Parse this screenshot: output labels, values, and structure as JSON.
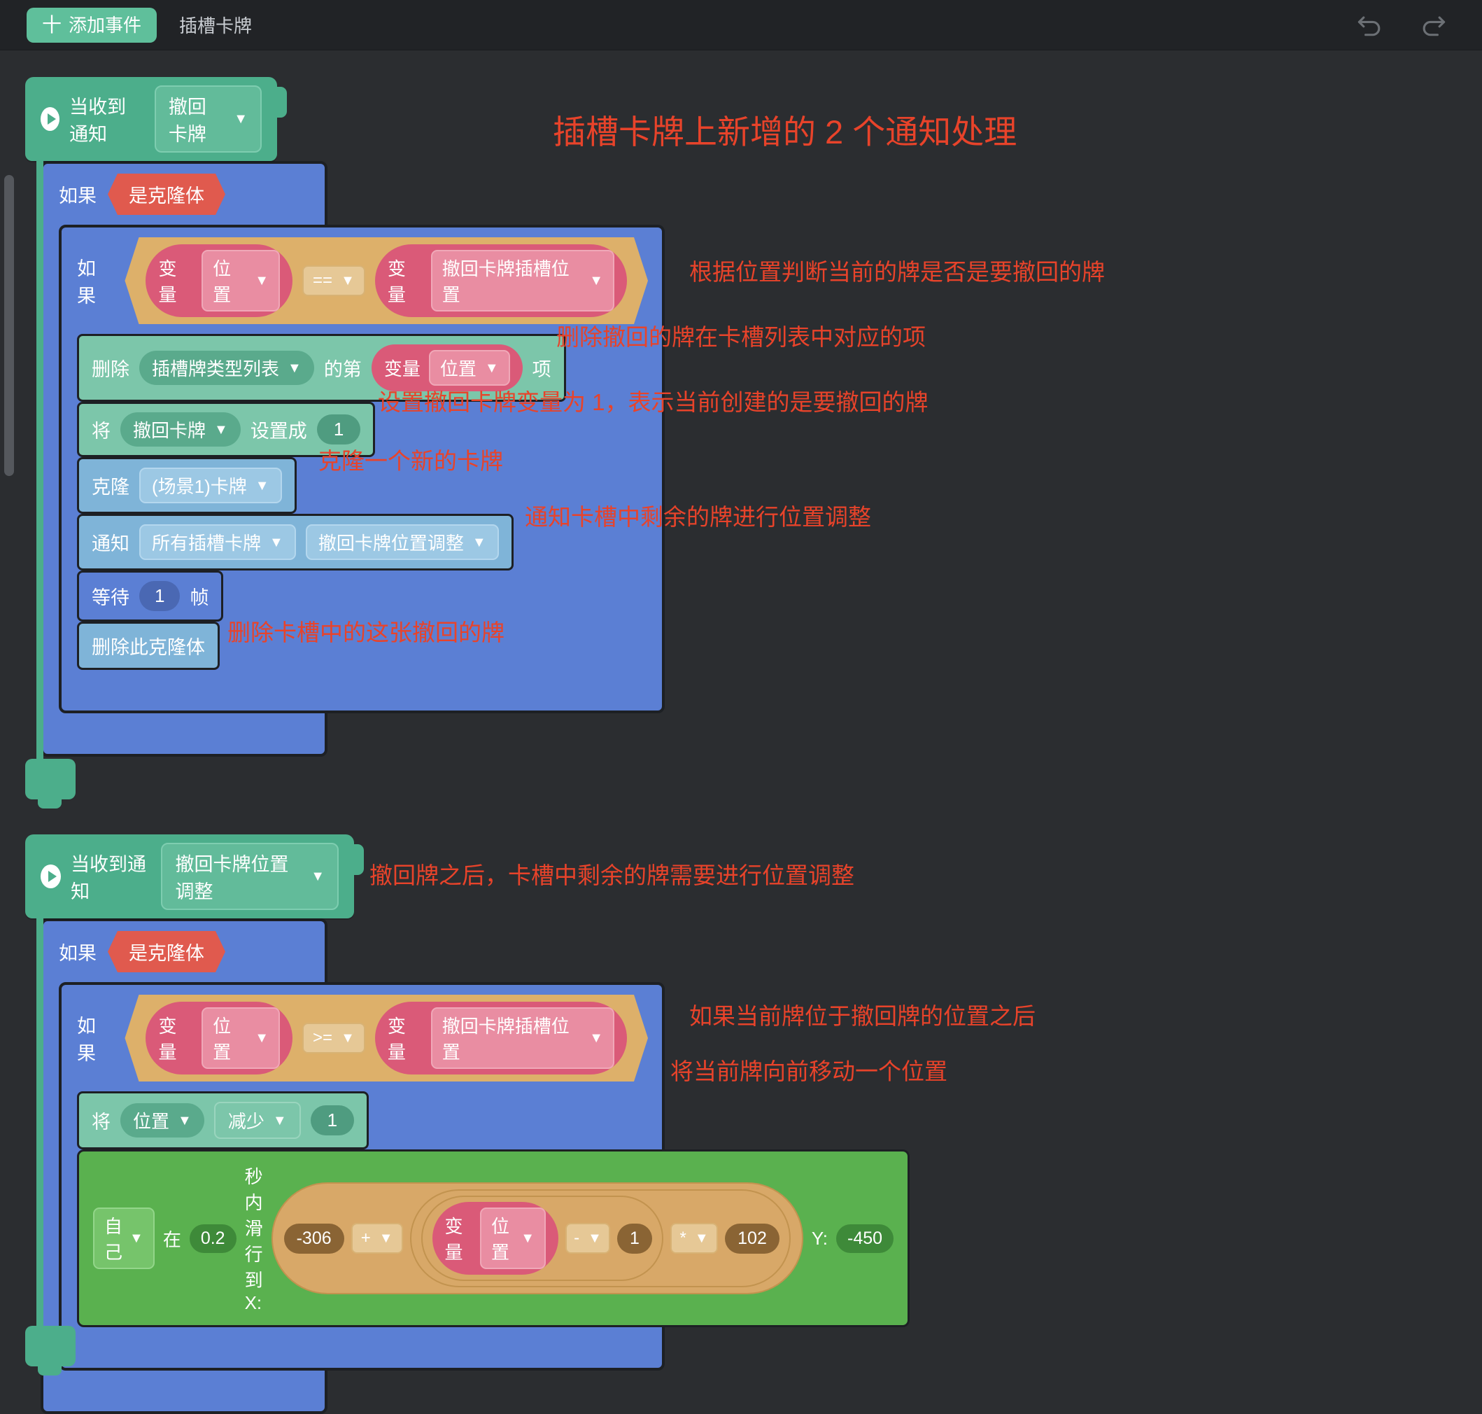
{
  "topbar": {
    "add_event_label": "添加事件",
    "add_event_plus": "十",
    "tab_label": "插槽卡牌",
    "undo_icon": "undo-arrow-icon",
    "redo_icon": "redo-arrow-icon"
  },
  "title_note": "插槽卡牌上新增的 2 个通知处理",
  "labels": {
    "when_receive": "当收到通知",
    "if": "如果",
    "is_clone": "是克隆体",
    "variable": "变量",
    "delete": "删除",
    "of_nth": "的第",
    "item": "项",
    "set": "将",
    "set_to": "设置成",
    "clone": "克隆",
    "broadcast": "通知",
    "wait": "等待",
    "frame": "帧",
    "delete_this_clone": "删除此克隆体",
    "glide_in": "在",
    "glide_seconds_to_x": "秒内滑行到 X:",
    "glide_y": "Y:"
  },
  "script1": {
    "hat_message": "撤回卡牌",
    "condition_outer": "是克隆体",
    "compare": {
      "left_var": "位置",
      "operator": "==",
      "right_var": "撤回卡牌插槽位置"
    },
    "delete_list": {
      "list_name": "插槽牌类型列表",
      "index_var": "位置"
    },
    "set_var": {
      "name": "撤回卡牌",
      "value": "1"
    },
    "clone_target": "(场景1)卡牌",
    "broadcast": {
      "target": "所有插槽卡牌",
      "message": "撤回卡牌位置调整"
    },
    "wait_frames": "1"
  },
  "script2": {
    "hat_message": "撤回卡牌位置调整",
    "condition_outer": "是克隆体",
    "compare": {
      "left_var": "位置",
      "operator": ">=",
      "right_var": "撤回卡牌插槽位置"
    },
    "change_var": {
      "name": "位置",
      "operation": "减少",
      "value": "1"
    },
    "glide": {
      "target": "自己",
      "seconds": "0.2",
      "x_base": "-306",
      "x_op1": "+",
      "inner_var": "位置",
      "inner_op": "-",
      "inner_num": "1",
      "mul_op": "*",
      "mul_num": "102",
      "y": "-450"
    }
  },
  "notes": {
    "n1": "根据位置判断当前的牌是否是要撤回的牌",
    "n2": "删除撤回的牌在卡槽列表中对应的项",
    "n3": "设置撤回卡牌变量为 1，表示当前创建的是要撤回的牌",
    "n4": "克隆一个新的卡牌",
    "n5": "通知卡槽中剩余的牌进行位置调整",
    "n6": "删除卡槽中的这张撤回的牌",
    "n7": "撤回牌之后，卡槽中剩余的牌需要进行位置调整",
    "n8": "如果当前牌位于撤回牌的位置之后",
    "n9": "将当前牌向前移动一个位置"
  },
  "colors": {
    "background": "#2b2d30",
    "topbar": "#212326",
    "accent_green": "#4cae8b",
    "note_red": "#e8432a",
    "control_blue": "#5b7fd4",
    "operator_tan": "#ddb06a",
    "variable_pink": "#da5a78",
    "data_green": "#7cc6aa",
    "event_blue": "#7fb4d8",
    "motion_green": "#5ab14f"
  }
}
